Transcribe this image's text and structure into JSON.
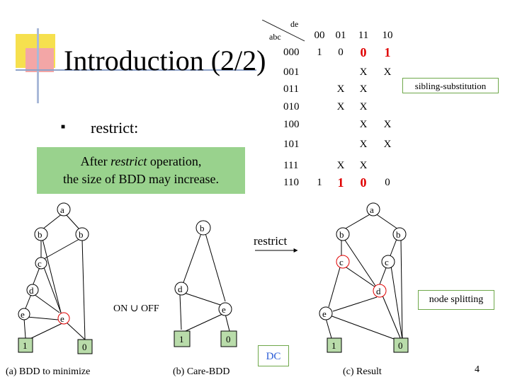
{
  "slide": {
    "title": "Introduction (2/2)",
    "bullet": "restrict:",
    "callout_line1_pre": "After ",
    "callout_line1_em": "restrict",
    "callout_line1_post": " operation,",
    "callout_line2": "the size of BDD may increase.",
    "page_number": "4"
  },
  "kmap": {
    "row_var": "abc",
    "col_var": "de",
    "col_headers": [
      "00",
      "01",
      "11",
      "10"
    ],
    "rows": [
      {
        "label": "000",
        "cells": [
          "1",
          "0",
          "0",
          "1"
        ],
        "red": [
          false,
          false,
          true,
          true
        ]
      },
      {
        "label": "001",
        "cells": [
          "",
          "",
          "X",
          "X"
        ],
        "red": [
          false,
          false,
          false,
          false
        ]
      },
      {
        "label": "011",
        "cells": [
          "",
          "X",
          "X",
          ""
        ],
        "red": [
          false,
          false,
          false,
          false
        ]
      },
      {
        "label": "010",
        "cells": [
          "",
          "X",
          "X",
          ""
        ],
        "red": [
          false,
          false,
          false,
          false
        ]
      },
      {
        "label": "100",
        "cells": [
          "",
          "",
          "X",
          "X"
        ],
        "red": [
          false,
          false,
          false,
          false
        ]
      },
      {
        "label": "101",
        "cells": [
          "",
          "",
          "X",
          "X"
        ],
        "red": [
          false,
          false,
          false,
          false
        ]
      },
      {
        "label": "111",
        "cells": [
          "",
          "X",
          "X",
          ""
        ],
        "red": [
          false,
          false,
          false,
          false
        ]
      },
      {
        "label": "110",
        "cells": [
          "1",
          "1",
          "0",
          "0"
        ],
        "red": [
          false,
          true,
          true,
          false
        ]
      }
    ]
  },
  "annotations": {
    "sibling_substitution": "sibling-substitution",
    "node_splitting": "node splitting",
    "restrict_arrow": "restrict",
    "on_union_off": "ON ∪ OFF",
    "dc": "DC"
  },
  "captions": {
    "a": "(a) BDD to minimize",
    "b": "(b) Care-BDD",
    "c": "(c) Result"
  },
  "bdd_labels": {
    "a": "a",
    "b": "b",
    "c": "c",
    "d": "d",
    "e": "e",
    "one": "1",
    "zero": "0"
  },
  "colors": {
    "callout_bg": "#99d28d",
    "highlight_red": "#e00000",
    "box_border": "#6fa84a",
    "dc_text": "#2a5cd6",
    "terminal_fill": "#b9dcaa"
  }
}
